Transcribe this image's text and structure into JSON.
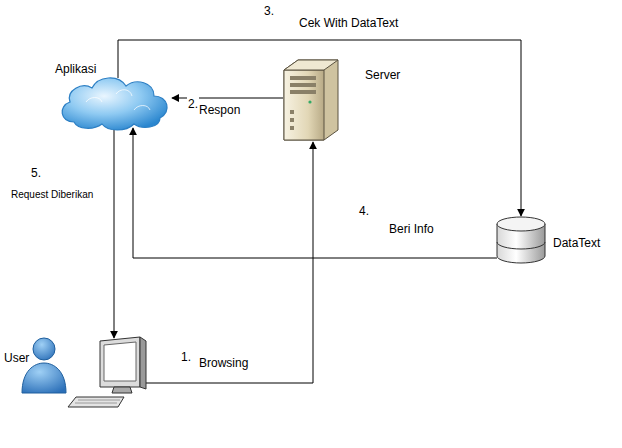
{
  "diagram": {
    "nodes": [
      {
        "text": [
          "Aplikasi"
        ]
      },
      {
        "text": [
          "Server"
        ]
      },
      {
        "text": [
          "DataText"
        ]
      },
      {
        "text": [
          "User"
        ]
      }
    ],
    "edges": [
      {
        "from": 3,
        "to": 1,
        "label": "Browsing",
        "arrow": "to"
      },
      {
        "from": 1,
        "to": 0,
        "label": "Respon",
        "arrow": "to"
      },
      {
        "from": 0,
        "to": 2,
        "label": "Cek With DataText",
        "arrow": "to"
      },
      {
        "from": 2,
        "to": 0,
        "label": "Beri Info",
        "arrow": "to"
      },
      {
        "from": 0,
        "to": 3,
        "label": "Request Diberikan",
        "arrow": "to"
      }
    ],
    "labels": [
      "1.",
      "2.",
      "3.",
      "4.",
      "5."
    ]
  }
}
